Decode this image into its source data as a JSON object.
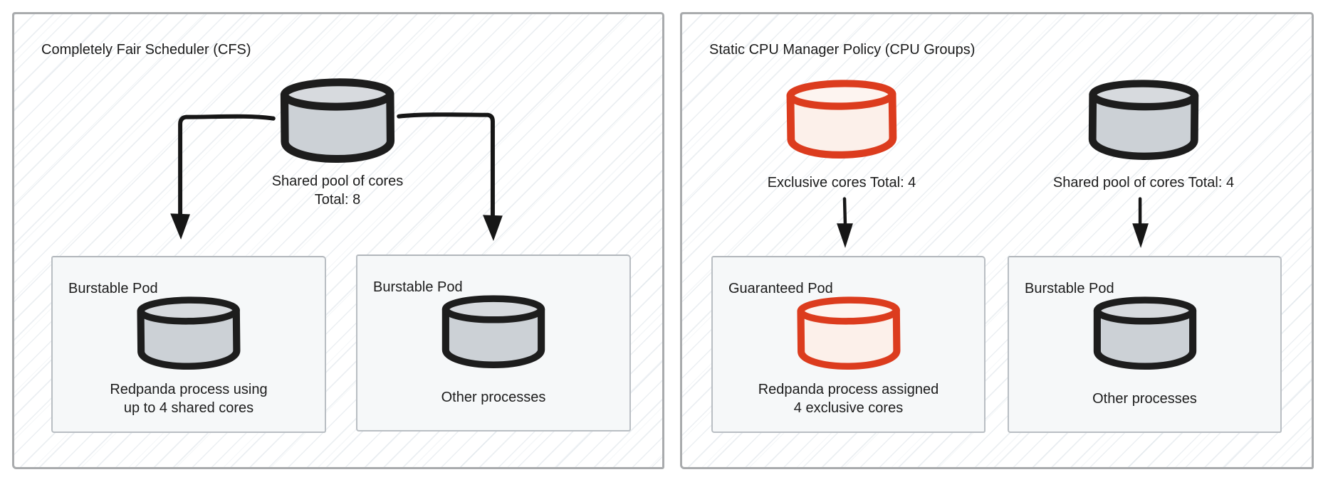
{
  "left_panel": {
    "title": "Completely Fair Scheduler (CFS)",
    "pool": {
      "line1": "Shared pool of cores",
      "line2": "Total: 8"
    },
    "pod_left": {
      "title": "Burstable Pod",
      "caption1": "Redpanda process using",
      "caption2": "up to 4 shared cores"
    },
    "pod_right": {
      "title": "Burstable Pod",
      "caption1": "Other processes"
    }
  },
  "right_panel": {
    "title": "Static CPU Manager Policy (CPU Groups)",
    "pool_exclusive": {
      "label": "Exclusive cores Total: 4"
    },
    "pool_shared": {
      "label": "Shared pool of cores Total: 4"
    },
    "pod_left": {
      "title": "Guaranteed Pod",
      "caption1": "Redpanda process assigned",
      "caption2": "4 exclusive cores"
    },
    "pod_right": {
      "title": "Burstable Pod",
      "caption1": "Other processes"
    }
  },
  "colors": {
    "exclusive_red_stroke": "#dc3c1e",
    "exclusive_red_fill": "#fcf0ea",
    "shared_gray_stroke": "#1d1d1d",
    "shared_gray_fill": "#ccd1d6",
    "panel_border": "#a9abad",
    "pod_border": "#b9bec3",
    "pod_background": "#f6f8f9"
  }
}
